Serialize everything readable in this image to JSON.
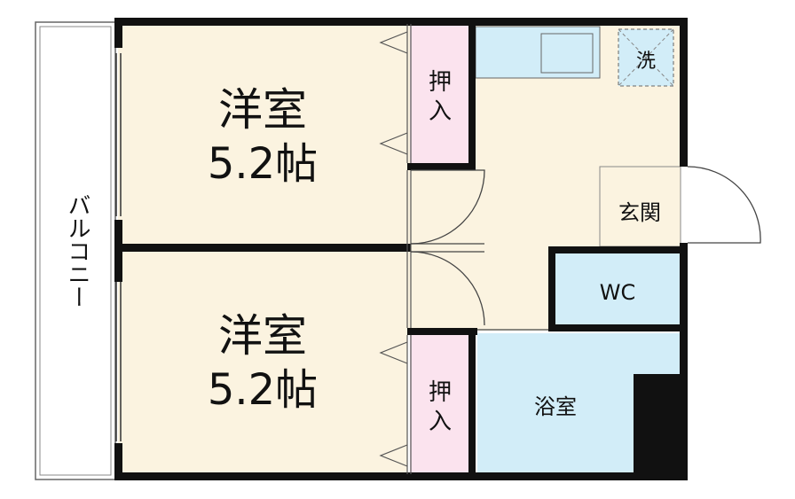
{
  "floorplan": {
    "balcony_label": "バルコニー",
    "room_upper": {
      "name": "洋室",
      "size": "5.2帖"
    },
    "room_lower": {
      "name": "洋室",
      "size": "5.2帖"
    },
    "closet_upper": {
      "label_1": "押",
      "label_2": "入"
    },
    "closet_lower": {
      "label_1": "押",
      "label_2": "入"
    },
    "washer_label": "洗",
    "entrance_label": "玄関",
    "wc_label": "WC",
    "bath_label": "浴室"
  },
  "colors": {
    "room": "#FBF3E0",
    "closet": "#FBE3EE",
    "wet_area": "#D2EDF8",
    "wall": "#111111"
  }
}
